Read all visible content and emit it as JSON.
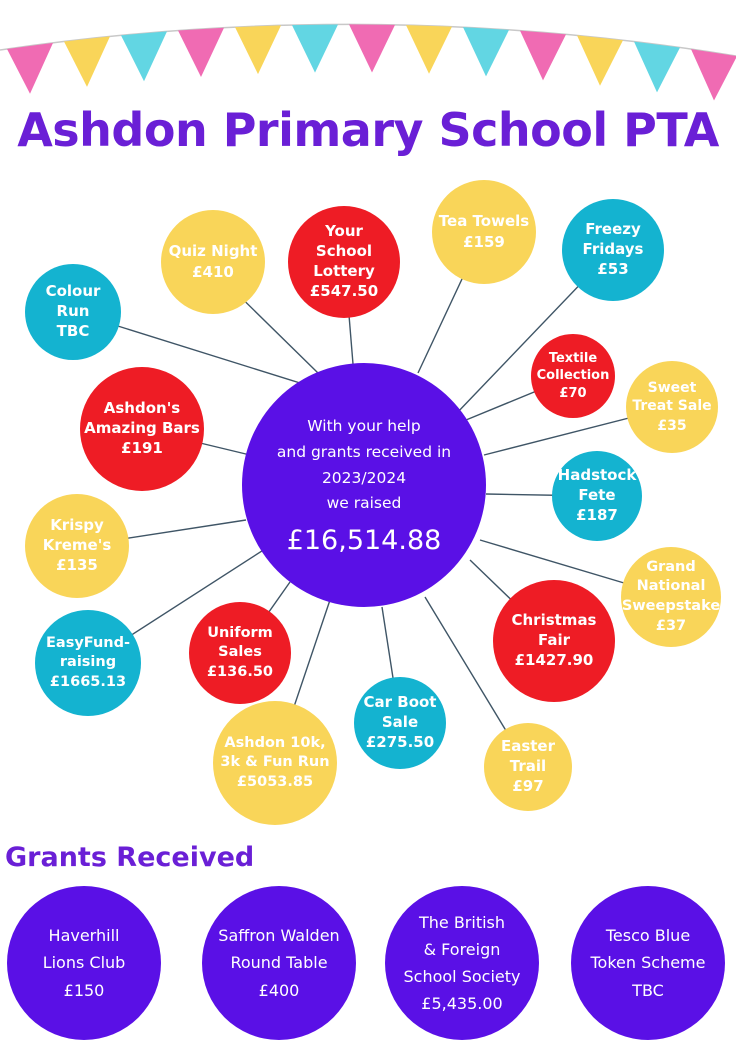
{
  "title": "Ashdon Primary School PTA",
  "colors": {
    "red": "#ee1c25",
    "yellow": "#f9d559",
    "teal": "#14b3d0",
    "purple": "#5a10e6",
    "title_purple": "#6a1fd6",
    "bunting_pink": "#f06bb3",
    "bunting_yellow": "#f9d559",
    "bunting_teal": "#62d6e3"
  },
  "center": {
    "lines": [
      "With your help",
      "and grants received in",
      "2023/2024",
      "we raised"
    ],
    "total": "£16,514.88"
  },
  "fundraisers": [
    {
      "lines": [
        "Colour",
        "Run"
      ],
      "amount": "TBC",
      "color": "teal"
    },
    {
      "lines": [
        "Quiz Night"
      ],
      "amount": "£410",
      "color": "yellow"
    },
    {
      "lines": [
        "Your",
        "School",
        "Lottery"
      ],
      "amount": "£547.50",
      "color": "red"
    },
    {
      "lines": [
        "Tea Towels"
      ],
      "amount": "£159",
      "color": "yellow"
    },
    {
      "lines": [
        "Freezy",
        "Fridays"
      ],
      "amount": "£53",
      "color": "teal"
    },
    {
      "lines": [
        "Textile",
        "Collection"
      ],
      "amount": "£70",
      "color": "red"
    },
    {
      "lines": [
        "Sweet",
        "Treat Sale"
      ],
      "amount": "£35",
      "color": "yellow"
    },
    {
      "lines": [
        "Ashdon's",
        "Amazing Bars"
      ],
      "amount": "£191",
      "color": "red"
    },
    {
      "lines": [
        "Hadstock",
        "Fete"
      ],
      "amount": "£187",
      "color": "teal"
    },
    {
      "lines": [
        "Krispy",
        "Kreme's"
      ],
      "amount": "£135",
      "color": "yellow"
    },
    {
      "lines": [
        "Grand",
        "National",
        "Sweepstake"
      ],
      "amount": "£37",
      "color": "yellow"
    },
    {
      "lines": [
        "Christmas",
        "Fair"
      ],
      "amount": "£1427.90",
      "color": "red"
    },
    {
      "lines": [
        "Uniform",
        "Sales"
      ],
      "amount": "£136.50",
      "color": "red"
    },
    {
      "lines": [
        "EasyFund-",
        "raising"
      ],
      "amount": "£1665.13",
      "color": "teal"
    },
    {
      "lines": [
        "Car Boot",
        "Sale"
      ],
      "amount": "£275.50",
      "color": "teal"
    },
    {
      "lines": [
        "Easter",
        "Trail"
      ],
      "amount": "£97",
      "color": "yellow"
    },
    {
      "lines": [
        "Ashdon 10k,",
        "3k & Fun Run"
      ],
      "amount": "£5053.85",
      "color": "yellow"
    }
  ],
  "grants_heading": "Grants Received",
  "grants": [
    {
      "lines": [
        "Haverhill",
        "Lions Club"
      ],
      "amount": "£150"
    },
    {
      "lines": [
        "Saffron Walden",
        "Round Table"
      ],
      "amount": "£400"
    },
    {
      "lines": [
        "The British",
        "& Foreign",
        "School Society"
      ],
      "amount": "£5,435.00"
    },
    {
      "lines": [
        "Tesco Blue",
        "Token Scheme"
      ],
      "amount": "TBC"
    }
  ]
}
